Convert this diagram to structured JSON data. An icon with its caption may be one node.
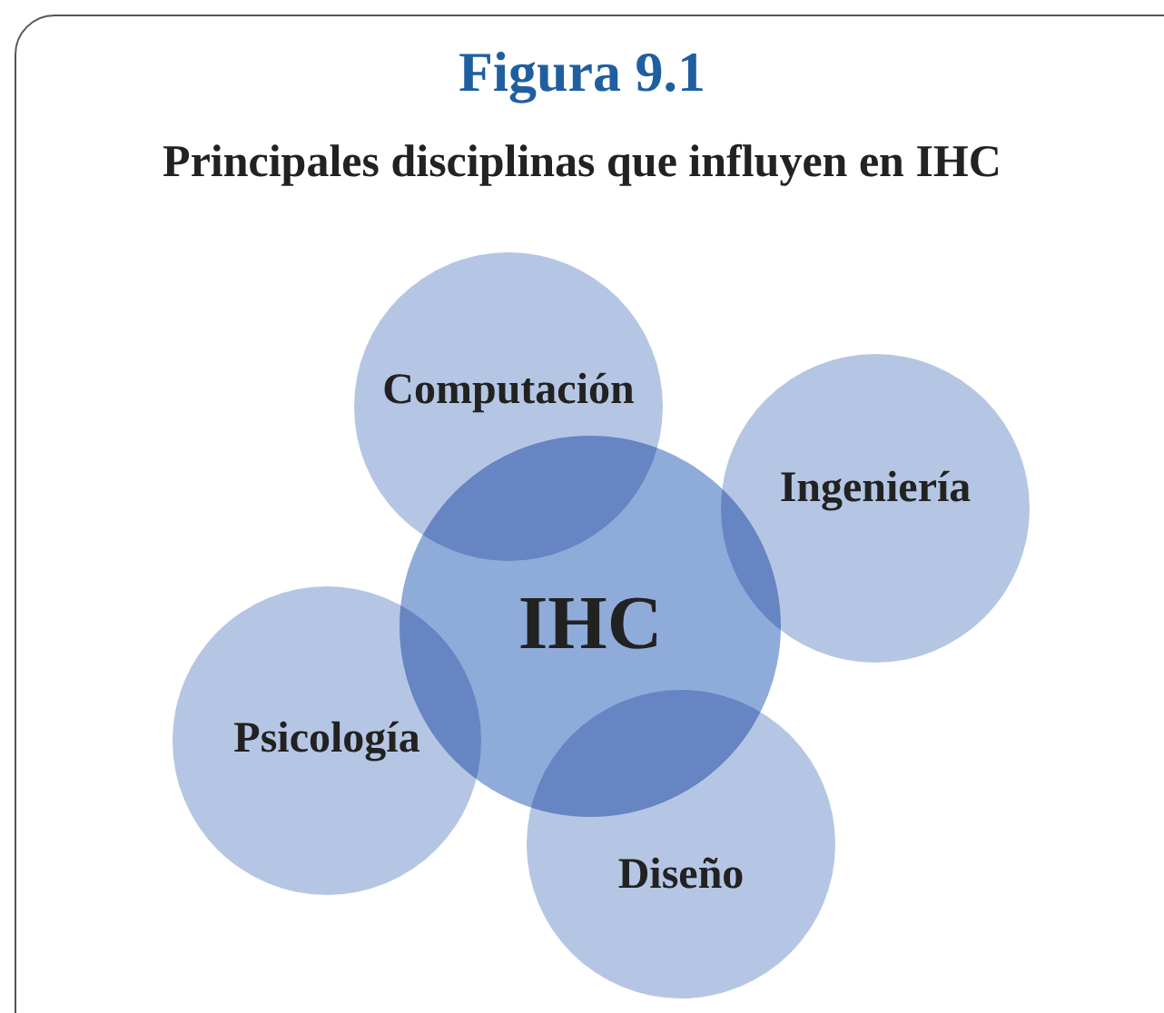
{
  "diagram": {
    "title": "Figura 9.1",
    "nodes": [
      {
        "text": [
          "Computación"
        ]
      },
      {
        "text": [
          "Ingeniería"
        ]
      },
      {
        "text": [
          "IHC"
        ]
      },
      {
        "text": [
          "Psicología"
        ]
      },
      {
        "text": [
          "Diseño"
        ]
      }
    ],
    "labels": [
      "Principales disciplinas que influyen en IHC"
    ]
  }
}
